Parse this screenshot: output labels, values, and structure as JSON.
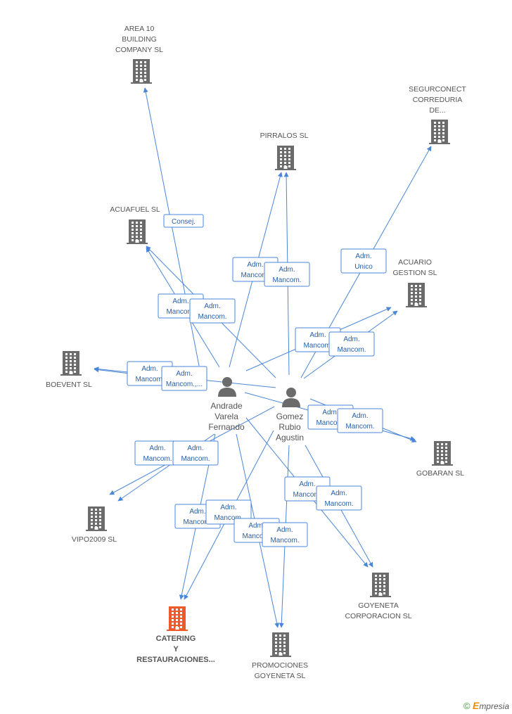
{
  "colors": {
    "edge": "#4a86d8",
    "building": "#6b6b6b",
    "focus": "#f05a28",
    "person": "#6b6b6b"
  },
  "persons": [
    {
      "id": "andrade",
      "lines": [
        "Andrade",
        "Varela",
        "Fernando"
      ]
    },
    {
      "id": "gomez",
      "lines": [
        "Gomez",
        "Rubio",
        "Agustin"
      ]
    }
  ],
  "companies": [
    {
      "id": "area10",
      "lines": [
        "AREA 10",
        "BUILDING",
        "COMPANY SL"
      ],
      "focus": false
    },
    {
      "id": "segurconect",
      "lines": [
        "SEGURCONECT",
        "CORREDURIA",
        "DE..."
      ],
      "focus": false
    },
    {
      "id": "pirralos",
      "lines": [
        "PIRRALOS SL"
      ],
      "focus": false
    },
    {
      "id": "acuafuel",
      "lines": [
        "ACUAFUEL  SL"
      ],
      "focus": false
    },
    {
      "id": "acuario",
      "lines": [
        "ACUARIO",
        "GESTION  SL"
      ],
      "focus": false
    },
    {
      "id": "boevent",
      "lines": [
        "BOEVENT SL"
      ],
      "focus": false
    },
    {
      "id": "gobaran",
      "lines": [
        "GOBARAN SL"
      ],
      "focus": false
    },
    {
      "id": "vipo",
      "lines": [
        "VIPO2009 SL"
      ],
      "focus": false
    },
    {
      "id": "goyeneta_corp",
      "lines": [
        "GOYENETA",
        "CORPORACION SL"
      ],
      "focus": false
    },
    {
      "id": "catering",
      "lines": [
        "CATERING",
        "Y",
        "RESTAURACIONES..."
      ],
      "focus": true
    },
    {
      "id": "promociones",
      "lines": [
        "PROMOCIONES",
        "GOYENETA SL"
      ],
      "focus": false
    }
  ],
  "edges": [
    {
      "from": "andrade",
      "to": "area10",
      "label": [
        "Consej."
      ]
    },
    {
      "from": "andrade",
      "to": "pirralos",
      "label": [
        "Adm.",
        "Mancom."
      ]
    },
    {
      "from": "gomez",
      "to": "pirralos",
      "label": [
        "Adm.",
        "Mancom."
      ]
    },
    {
      "from": "andrade",
      "to": "acuafuel",
      "label": [
        "Adm.",
        "Mancom."
      ]
    },
    {
      "from": "gomez",
      "to": "acuafuel",
      "label": [
        "Adm.",
        "Mancom."
      ]
    },
    {
      "from": "gomez",
      "to": "segurconect",
      "label": [
        "Adm.",
        "Unico"
      ]
    },
    {
      "from": "andrade",
      "to": "acuario",
      "label": [
        "Adm.",
        "Mancom."
      ]
    },
    {
      "from": "gomez",
      "to": "acuario",
      "label": [
        "Adm.",
        "Mancom."
      ]
    },
    {
      "from": "andrade",
      "to": "boevent",
      "label": [
        "Adm.",
        "Mancom."
      ]
    },
    {
      "from": "gomez",
      "to": "boevent",
      "label": [
        "Adm.",
        "Mancom.,..."
      ]
    },
    {
      "from": "andrade",
      "to": "gobaran",
      "label": [
        "Adm.",
        "Mancom."
      ]
    },
    {
      "from": "gomez",
      "to": "gobaran",
      "label": [
        "Adm.",
        "Mancom."
      ]
    },
    {
      "from": "gomez",
      "to": "vipo",
      "label": [
        "Adm.",
        "Mancom."
      ]
    },
    {
      "from": "andrade",
      "to": "vipo",
      "label": [
        "Adm.",
        "Mancom."
      ]
    },
    {
      "from": "andrade",
      "to": "catering",
      "label": [
        "Adm.",
        "Mancom."
      ]
    },
    {
      "from": "gomez",
      "to": "catering",
      "label": [
        "Adm.",
        "Mancom."
      ]
    },
    {
      "from": "andrade",
      "to": "promociones",
      "label": [
        "Adm.",
        "Mancom."
      ]
    },
    {
      "from": "gomez",
      "to": "promociones",
      "label": [
        "Adm.",
        "Mancom."
      ]
    },
    {
      "from": "andrade",
      "to": "goyeneta_corp",
      "label": [
        "Adm.",
        "Mancom."
      ]
    },
    {
      "from": "gomez",
      "to": "goyeneta_corp",
      "label": [
        "Adm.",
        "Mancom."
      ]
    }
  ],
  "brand": {
    "copyright": "©",
    "e": "E",
    "rest": "mpresia"
  }
}
